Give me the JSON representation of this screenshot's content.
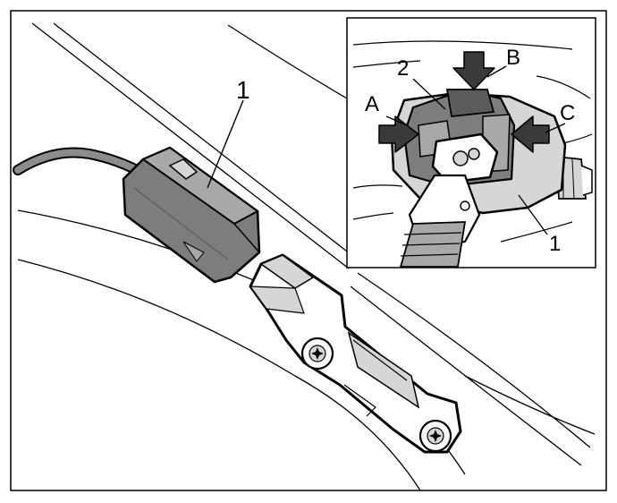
{
  "callouts": {
    "main_part": "1",
    "inset_part_1": "1",
    "inset_part_2": "2",
    "inset_A": "A",
    "inset_B": "B",
    "inset_C": "C"
  },
  "colors": {
    "line": "#000000",
    "background": "#ffffff",
    "connector_dark": "#7d7d7d",
    "connector_mid": "#a8a8a8",
    "part_light": "#d6d6d6",
    "arrow_fill": "#3a3a3a"
  }
}
